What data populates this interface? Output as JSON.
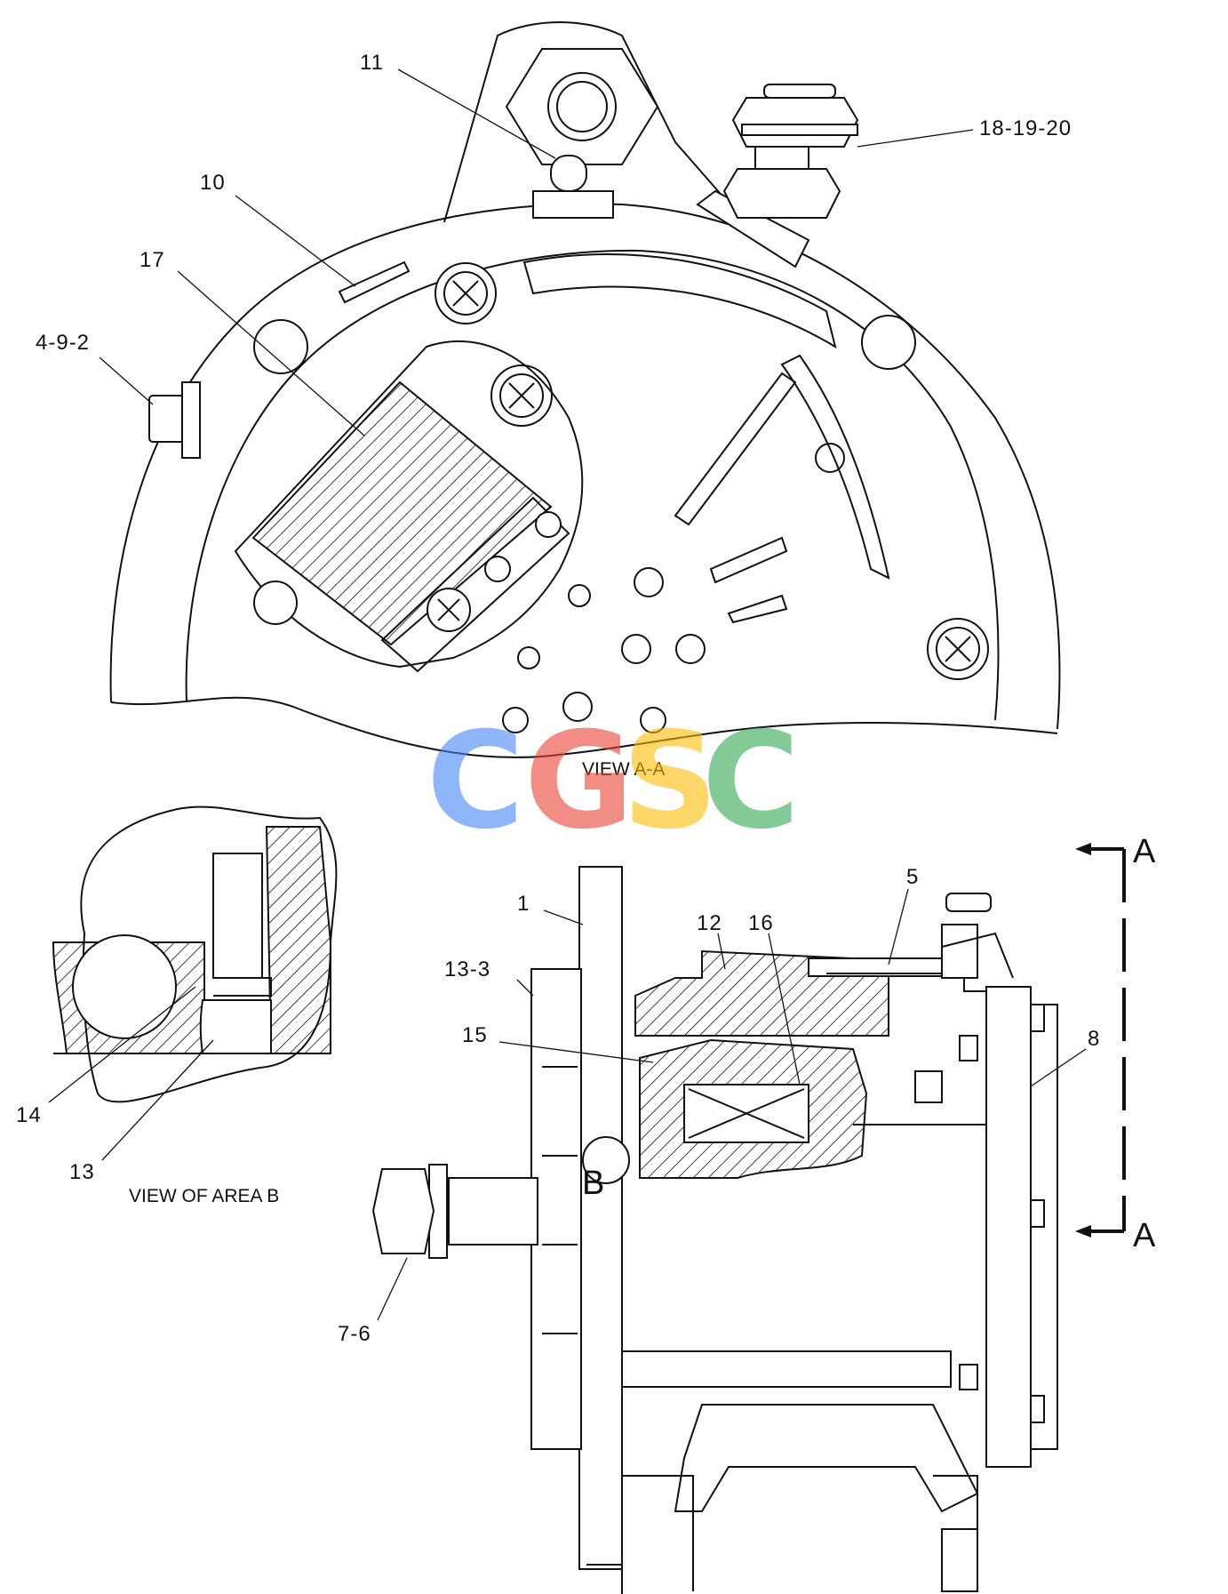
{
  "diagram": {
    "callouts": {
      "c11": "11",
      "c18_19_20": "18-19-20",
      "c10": "10",
      "c17": "17",
      "c4_9_2": "4-9-2",
      "c1": "1",
      "c12": "12",
      "c16": "16",
      "c5": "5",
      "c13_3": "13-3",
      "c15": "15",
      "c8": "8",
      "c14": "14",
      "c13": "13",
      "c7_6": "7-6"
    },
    "captions": {
      "view_aa": "VIEW A-A",
      "view_area_b": "VIEW OF AREA B"
    },
    "section_marks": {
      "top": "A",
      "bottom": "A",
      "area": "B"
    }
  },
  "watermark": {
    "letters": [
      "C",
      "G",
      "S",
      "C"
    ],
    "colors": [
      "#4285f4",
      "#ea4335",
      "#fbbc05",
      "#34a853"
    ]
  }
}
